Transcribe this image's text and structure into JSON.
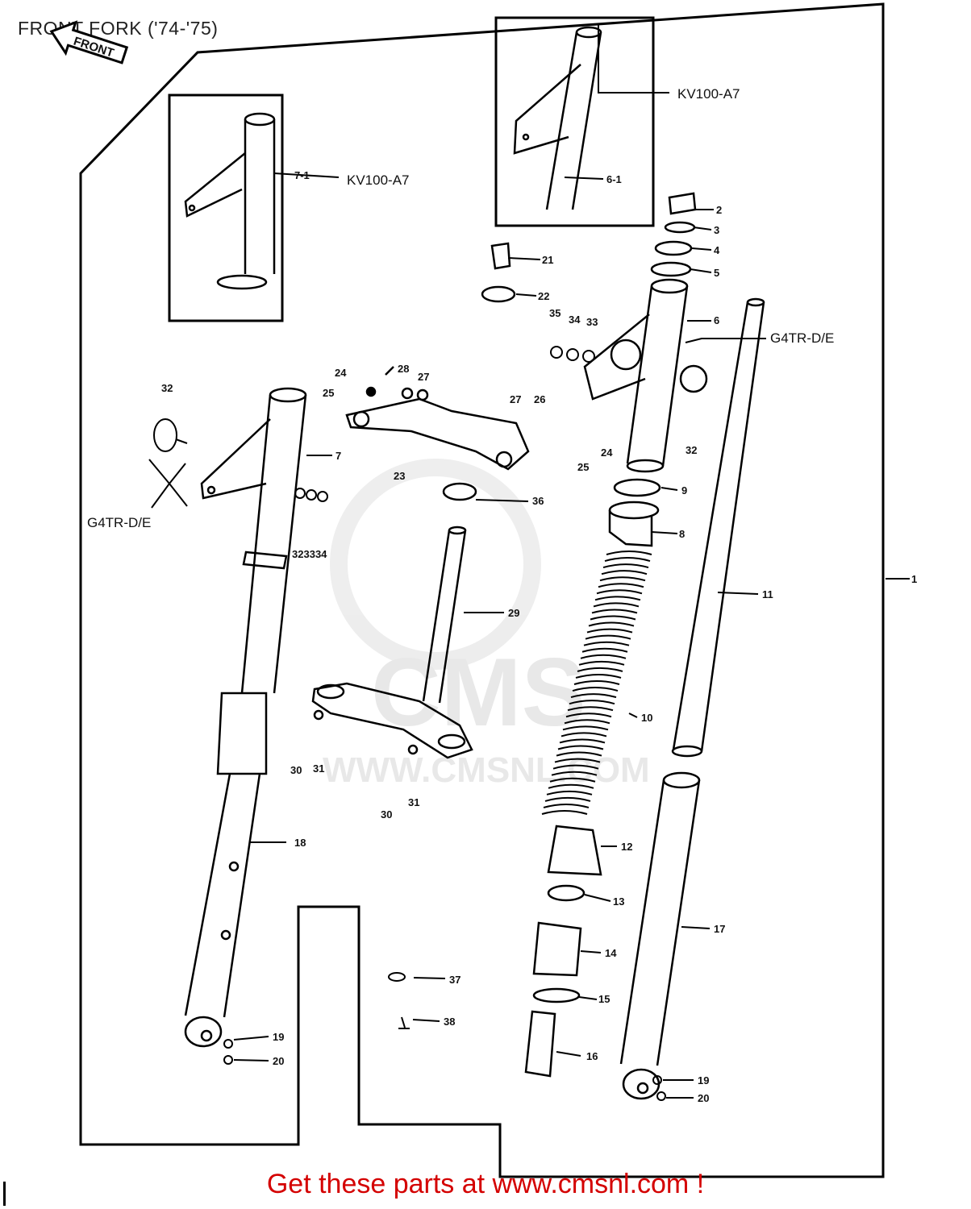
{
  "title": "FRONT FORK ('74-'75)",
  "front_arrow_label": "FRONT",
  "footer": "Get these parts at www.cmsnl.com !",
  "watermark": {
    "brand": "CMS",
    "url": "WWW.CMSNL.COM"
  },
  "models": {
    "inset_left": "KV100-A7",
    "inset_right": "KV100-A7",
    "variant_right": "G4TR-D/E",
    "variant_left": "G4TR-D/E"
  },
  "callouts": {
    "c1": "1",
    "c2": "2",
    "c3": "3",
    "c4": "4",
    "c5": "5",
    "c6": "6",
    "c6_1": "6-1",
    "c7": "7",
    "c7_1": "7-1",
    "c8": "8",
    "c9": "9",
    "c10": "10",
    "c11": "11",
    "c12": "12",
    "c13": "13",
    "c14": "14",
    "c15": "15",
    "c16": "16",
    "c17": "17",
    "c18": "18",
    "c19a": "19",
    "c19b": "19",
    "c20a": "20",
    "c20b": "20",
    "c21": "21",
    "c22": "22",
    "c23": "23",
    "c24a": "24",
    "c24b": "24",
    "c25a": "25",
    "c25b": "25",
    "c26": "26",
    "c27a": "27",
    "c27b": "27",
    "c28": "28",
    "c29": "29",
    "c30a": "30",
    "c30b": "30",
    "c31a": "31",
    "c31b": "31",
    "c32a": "32",
    "c32b": "32",
    "c33a": "33",
    "c33b": "33",
    "c34a": "34",
    "c34b": "34",
    "c35": "35",
    "c36": "36",
    "c37": "37",
    "c38": "38"
  }
}
